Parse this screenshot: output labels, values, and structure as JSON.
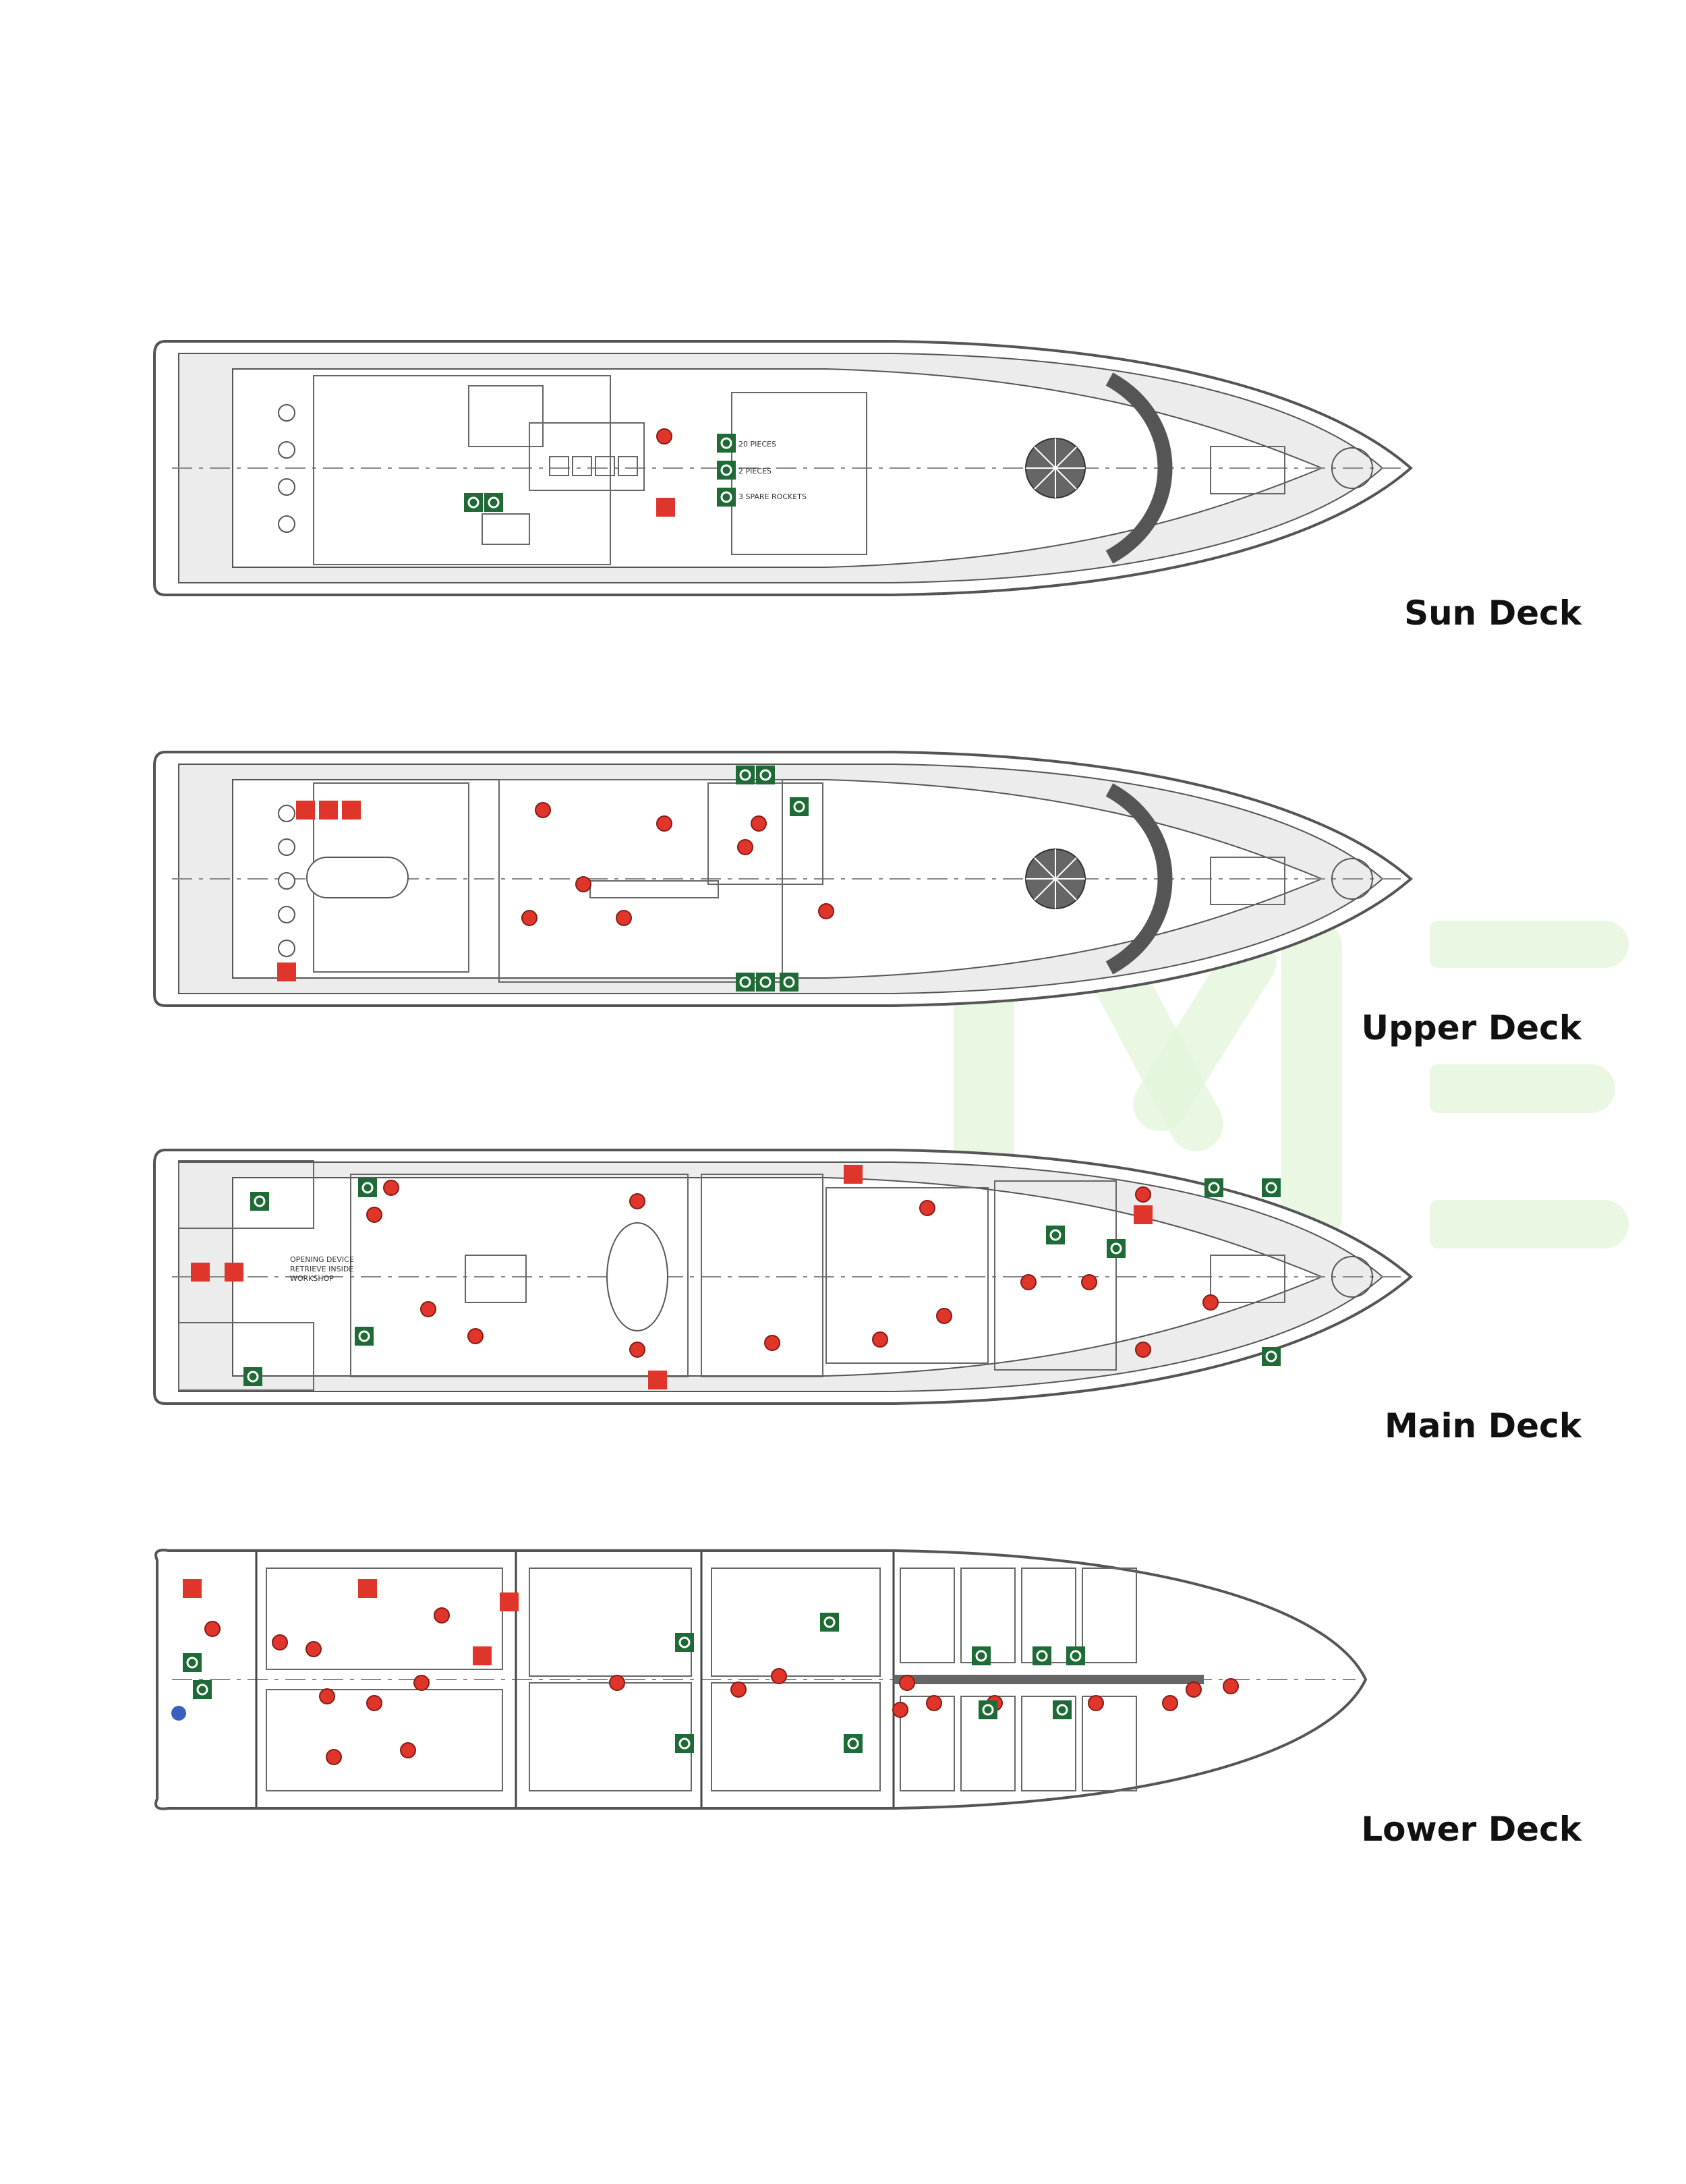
{
  "decks": [
    {
      "name": "Sun Deck",
      "notes": [
        "20 PIECES",
        "2 PIECES",
        "3 SPARE ROCKETS"
      ]
    },
    {
      "name": "Upper Deck",
      "notes": []
    },
    {
      "name": "Main Deck",
      "notes": [
        "OPENING DEVICE RETRIEVE INSIDE WORKSHOP"
      ]
    },
    {
      "name": "Lower Deck",
      "notes": []
    }
  ],
  "colors": {
    "hull": "#555555",
    "deck_fill": "#ececec",
    "fire_red": "#e0352b",
    "safety_green": "#1f6b35",
    "watermark": "#e3f5dc"
  }
}
